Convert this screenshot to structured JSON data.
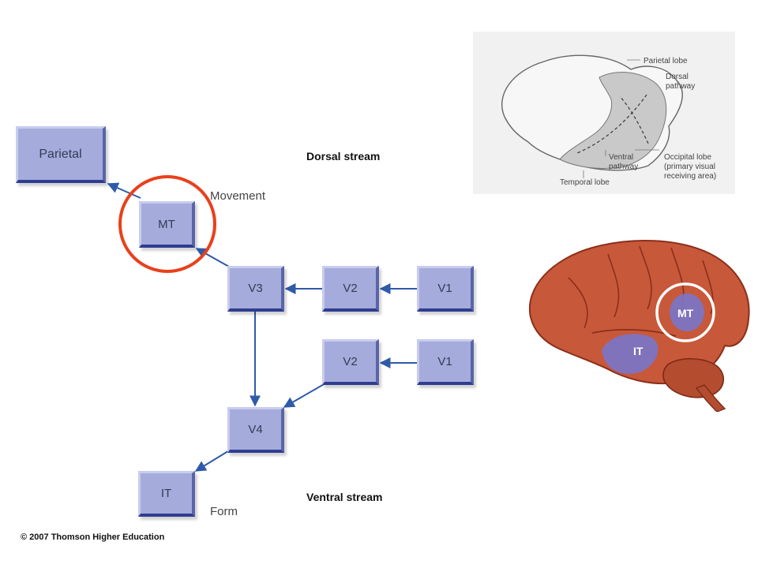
{
  "diagram": {
    "nodes": [
      {
        "id": "parietal",
        "label": "Parietal"
      },
      {
        "id": "mt",
        "label": "MT"
      },
      {
        "id": "v3",
        "label": "V3"
      },
      {
        "id": "v2_top",
        "label": "V2"
      },
      {
        "id": "v1_top",
        "label": "V1"
      },
      {
        "id": "v2_bottom",
        "label": "V2"
      },
      {
        "id": "v1_bottom",
        "label": "V1"
      },
      {
        "id": "v4",
        "label": "V4"
      },
      {
        "id": "it",
        "label": "IT"
      }
    ],
    "edges": [
      {
        "from": "v1_top",
        "to": "v2_top"
      },
      {
        "from": "v2_top",
        "to": "v3"
      },
      {
        "from": "v3",
        "to": "mt"
      },
      {
        "from": "mt",
        "to": "parietal"
      },
      {
        "from": "v3",
        "to": "v4"
      },
      {
        "from": "v1_bottom",
        "to": "v2_bottom"
      },
      {
        "from": "v2_bottom",
        "to": "v4"
      },
      {
        "from": "v4",
        "to": "it"
      }
    ],
    "labels": {
      "dorsal_stream": "Dorsal stream",
      "ventral_stream": "Ventral stream",
      "movement": "Movement",
      "form": "Form"
    },
    "highlight_color": "#e8401c",
    "box_color": "#a5acdc",
    "arrow_color": "#2f5aa8"
  },
  "inset_sketch": {
    "labels": {
      "parietal_lobe": "Parietal lobe",
      "dorsal_pathway_1": "Dorsal",
      "dorsal_pathway_2": "pathway",
      "ventral_pathway_1": "Ventral",
      "ventral_pathway_2": "pathway",
      "occipital_1": "Occipital lobe",
      "occipital_2": "(primary visual",
      "occipital_3": "receiving area)",
      "temporal_lobe": "Temporal lobe"
    }
  },
  "brain_image": {
    "labels": {
      "mt": "MT",
      "it": "IT"
    },
    "brain_color": "#c8583a",
    "region_color": "#7b74c8"
  },
  "copyright": "© 2007 Thomson Higher Education"
}
